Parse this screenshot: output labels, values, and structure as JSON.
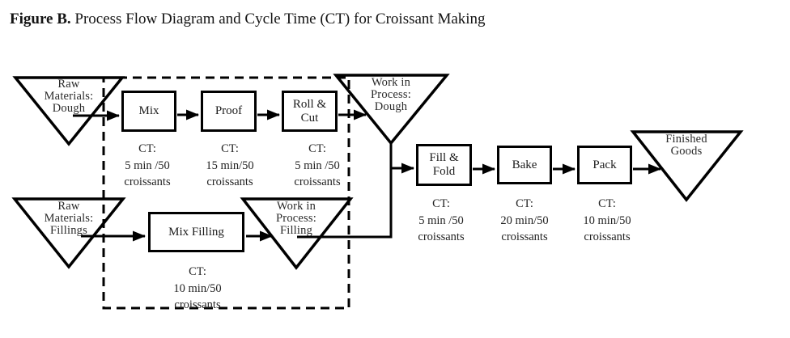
{
  "caption": {
    "figure_label": "Figure B.",
    "text": " Process Flow Diagram and Cycle Time (CT) for Croissant Making"
  },
  "inventories": {
    "raw_dough": "Raw\nMaterials:\nDough",
    "wip_dough": "Work in\nProcess:\nDough",
    "raw_fillings": "Raw\nMaterials:\nFillings",
    "wip_filling": "Work in\nProcess:\nFilling",
    "finished_goods": "Finished\nGoods"
  },
  "processes": {
    "mix": {
      "label": "Mix",
      "ct": "CT:\n5 min /50\ncroissants"
    },
    "proof": {
      "label": "Proof",
      "ct": "CT:\n15 min/50\ncroissants"
    },
    "roll_cut": {
      "label": "Roll &\nCut",
      "ct": "CT:\n5 min /50\ncroissants"
    },
    "fill_fold": {
      "label": "Fill &\nFold",
      "ct": "CT:\n5 min /50\ncroissants"
    },
    "bake": {
      "label": "Bake",
      "ct": "CT:\n20 min/50\ncroissants"
    },
    "pack": {
      "label": "Pack",
      "ct": "CT:\n10 min/50\ncroissants"
    },
    "mix_filling": {
      "label": "Mix Filling",
      "ct": "CT:\n10 min/50\ncroissants"
    }
  },
  "colors": {
    "ink": "#000000",
    "background": "#ffffff"
  }
}
